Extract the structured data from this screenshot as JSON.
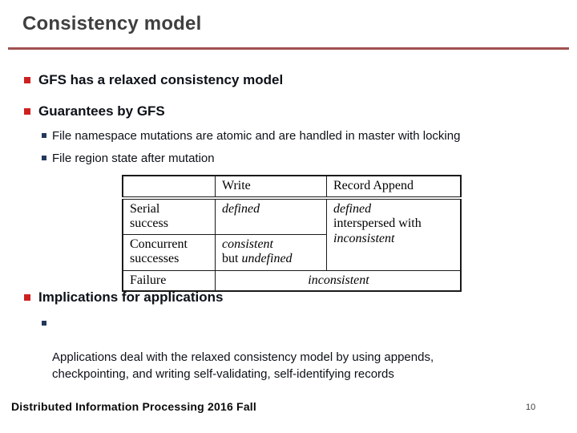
{
  "slide": {
    "title": "Consistency model",
    "footer": "Distributed Information Processing 2016 Fall",
    "page_number": "10"
  },
  "bullets": {
    "gfs_relaxed": "GFS has a relaxed consistency model",
    "guarantees": "Guarantees by GFS",
    "namespace": "File namespace mutations are atomic and are handled in master with locking",
    "file_region": "File region state after mutation",
    "implications": "Implications for applications",
    "applications": "Applications deal with the relaxed consistency model by using appends,\ncheckpointing, and writing self-validating, self-identifying records"
  },
  "table": {
    "headers": [
      "",
      "Write",
      "Record Append"
    ],
    "cells": {
      "serial_label": [
        {
          "t": "Serial"
        },
        {
          "br": true
        },
        {
          "t": "success"
        }
      ],
      "serial_write": [
        {
          "t": "defined",
          "i": true
        }
      ],
      "append_merged": [
        {
          "t": "defined",
          "i": true
        },
        {
          "br": true
        },
        {
          "t": "interspersed with"
        },
        {
          "br": true
        },
        {
          "t": "inconsistent",
          "i": true
        }
      ],
      "concurrent_label": [
        {
          "t": "Concurrent"
        },
        {
          "br": true
        },
        {
          "t": "successes"
        }
      ],
      "concurrent_write": [
        {
          "t": "consistent",
          "i": true
        },
        {
          "br": true
        },
        {
          "t": "but "
        },
        {
          "t": "undefined",
          "i": true
        }
      ],
      "failure_label": [
        {
          "t": "Failure"
        }
      ],
      "failure_value": [
        {
          "t": "inconsistent",
          "i": true
        }
      ]
    }
  },
  "colors": {
    "title": "#3F3F3F",
    "rule": "#A05050",
    "bullet1": "#CF2020",
    "bullet2": "#24385C",
    "text": "#0D1118"
  }
}
